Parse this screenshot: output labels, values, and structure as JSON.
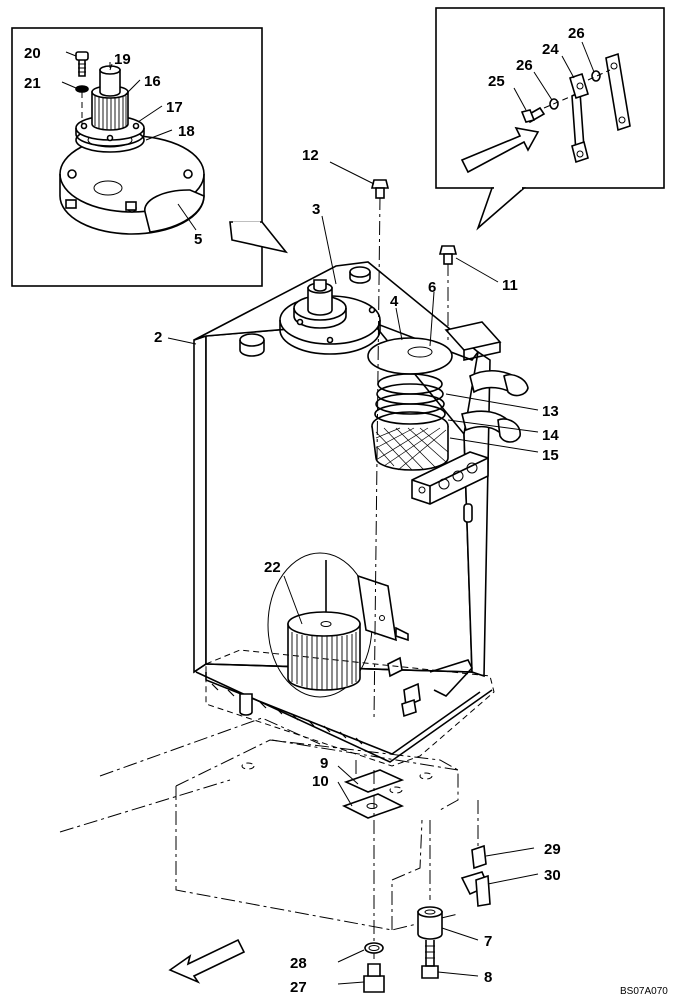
{
  "diagram": {
    "drawing_code": "BS07A070",
    "part_labels": {
      "p2": "2",
      "p3": "3",
      "p4": "4",
      "p5": "5",
      "p6": "6",
      "p7": "7",
      "p8": "8",
      "p9": "9",
      "p10": "10",
      "p11": "11",
      "p12": "12",
      "p13": "13",
      "p14": "14",
      "p15": "15",
      "p16": "16",
      "p17": "17",
      "p18": "18",
      "p19": "19",
      "p20": "20",
      "p21": "21",
      "p22": "22",
      "p24": "24",
      "p25": "25",
      "p26a": "26",
      "p26b": "26",
      "p27": "27",
      "p28": "28",
      "p29": "29",
      "p30": "30"
    }
  }
}
